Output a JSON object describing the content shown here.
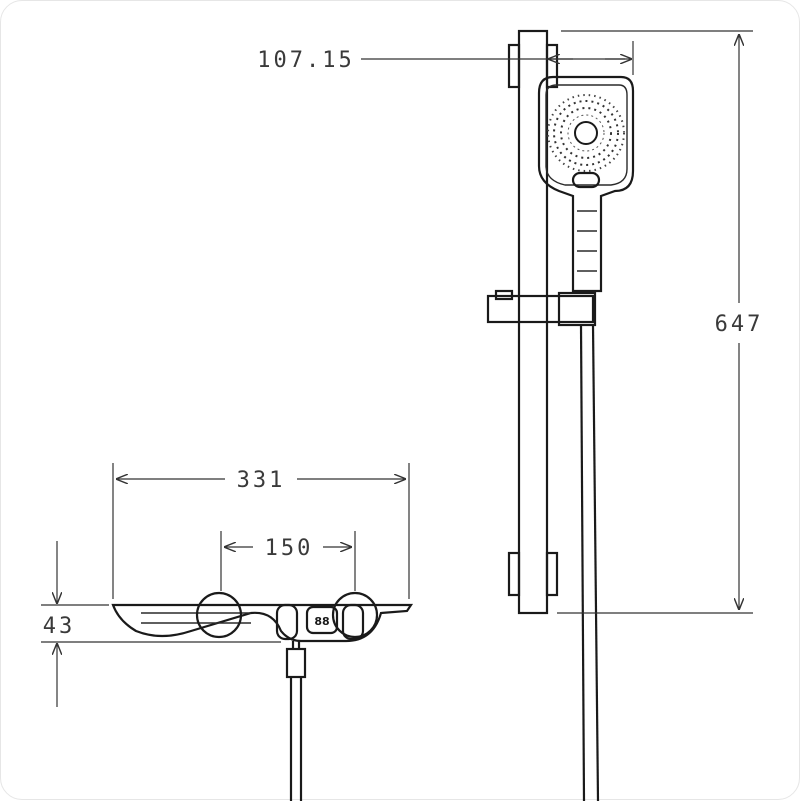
{
  "drawing": {
    "line_color": "#1a1a1a",
    "background": "#ffffff",
    "dimensions": {
      "head_offset": "107.15",
      "rail_height": "647",
      "body_width": "331",
      "inlet_spacing": "150",
      "body_depth": "43"
    },
    "display_label": "88"
  }
}
